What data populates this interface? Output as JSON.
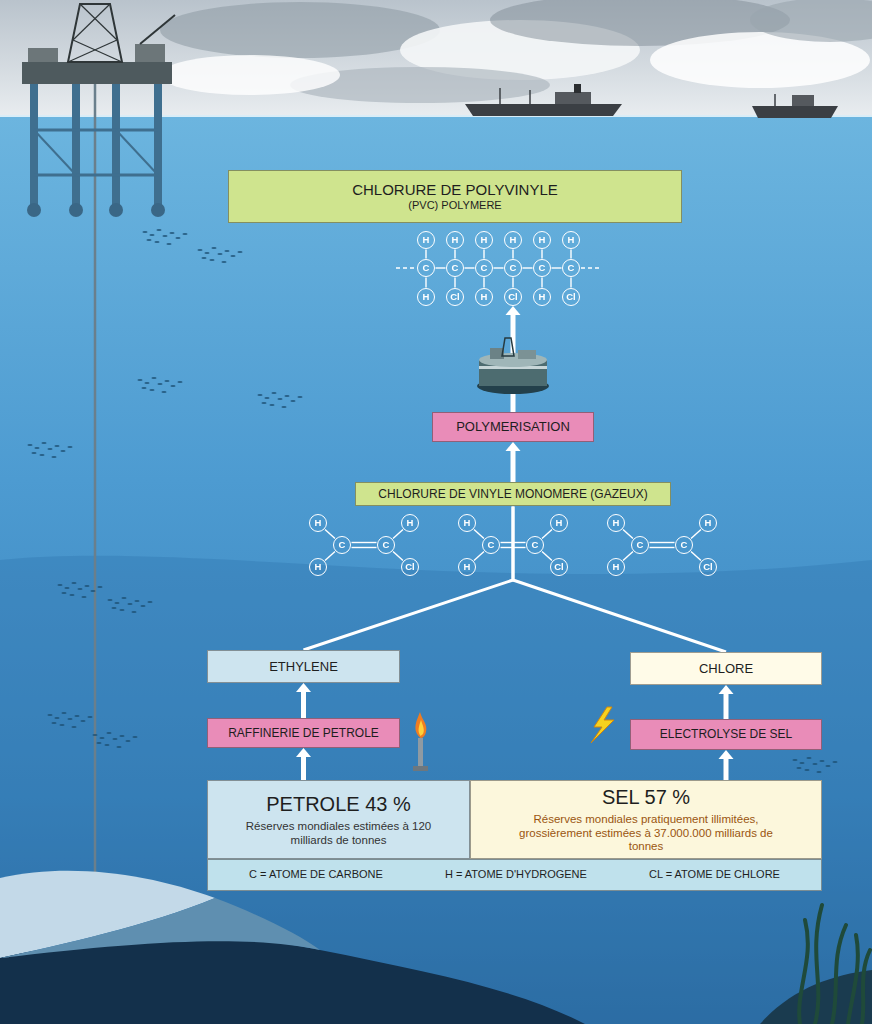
{
  "diagram": {
    "nodes": [
      {
        "text": [
          "CHLORURE DE POLYVINYLE",
          "(PVC) POLYMERE"
        ]
      },
      {
        "text": [
          "H"
        ]
      },
      {
        "text": [
          "H"
        ]
      },
      {
        "text": [
          "H"
        ]
      },
      {
        "text": [
          "H"
        ]
      },
      {
        "text": [
          "H"
        ]
      },
      {
        "text": [
          "H"
        ]
      },
      {
        "text": [
          "C"
        ]
      },
      {
        "text": [
          "C"
        ]
      },
      {
        "text": [
          "C"
        ]
      },
      {
        "text": [
          "C"
        ]
      },
      {
        "text": [
          "C"
        ]
      },
      {
        "text": [
          "C"
        ]
      },
      {
        "text": [
          "H"
        ]
      },
      {
        "text": [
          "Cl"
        ]
      },
      {
        "text": [
          "H"
        ]
      },
      {
        "text": [
          "Cl"
        ]
      },
      {
        "text": [
          "H"
        ]
      },
      {
        "text": [
          "Cl"
        ]
      },
      {
        "text": [
          "POLYMERISATION"
        ]
      },
      {
        "text": [
          "CHLORURE DE VINYLE MONOMERE (GAZEUX)"
        ]
      },
      {
        "text": [
          "H"
        ]
      },
      {
        "text": [
          "H"
        ]
      },
      {
        "text": [
          "H"
        ]
      },
      {
        "text": [
          "H"
        ]
      },
      {
        "text": [
          "H"
        ]
      },
      {
        "text": [
          "H"
        ]
      },
      {
        "text": [
          "C"
        ]
      },
      {
        "text": [
          "C"
        ]
      },
      {
        "text": [
          "C"
        ]
      },
      {
        "text": [
          "C"
        ]
      },
      {
        "text": [
          "C"
        ]
      },
      {
        "text": [
          "C"
        ]
      },
      {
        "text": [
          "H"
        ]
      },
      {
        "text": [
          "Cl"
        ]
      },
      {
        "text": [
          "H"
        ]
      },
      {
        "text": [
          "Cl"
        ]
      },
      {
        "text": [
          "H"
        ]
      },
      {
        "text": [
          "Cl"
        ]
      },
      {
        "text": [
          "ETHYLENE"
        ]
      },
      {
        "text": [
          "CHLORE"
        ]
      },
      {
        "text": [
          "RAFFINERIE DE PETROLE"
        ]
      },
      {
        "text": [
          "ELECTROLYSE DE SEL"
        ]
      },
      {
        "text": [
          "PETROLE 43 %",
          "Réserves mondiales estimées à 120 milliards de tonnes"
        ]
      },
      {
        "text": [
          "SEL 57 %",
          "Réserves mondiales pratiquement illimitées, grossièrement estimées à 37.000.000 milliards de tonnes"
        ]
      },
      {
        "text": [
          "C = ATOME DE CARBONE",
          "H = ATOME D'HYDROGENE",
          "CL = ATOME DE CHLORE"
        ]
      }
    ],
    "edges": [
      {
        "from": 7,
        "to": 8,
        "arrow": "none"
      },
      {
        "from": 8,
        "to": 9,
        "arrow": "none"
      },
      {
        "from": 9,
        "to": 10,
        "arrow": "none"
      },
      {
        "from": 10,
        "to": 11,
        "arrow": "none"
      },
      {
        "from": 11,
        "to": 12,
        "arrow": "none"
      },
      {
        "from": 7,
        "to": 1,
        "arrow": "none"
      },
      {
        "from": 8,
        "to": 2,
        "arrow": "none"
      },
      {
        "from": 9,
        "to": 3,
        "arrow": "none"
      },
      {
        "from": 10,
        "to": 4,
        "arrow": "none"
      },
      {
        "from": 11,
        "to": 5,
        "arrow": "none"
      },
      {
        "from": 12,
        "to": 6,
        "arrow": "none"
      },
      {
        "from": 7,
        "to": 13,
        "arrow": "none"
      },
      {
        "from": 8,
        "to": 14,
        "arrow": "none"
      },
      {
        "from": 9,
        "to": 15,
        "arrow": "none"
      },
      {
        "from": 10,
        "to": 16,
        "arrow": "none"
      },
      {
        "from": 11,
        "to": 17,
        "arrow": "none"
      },
      {
        "from": 12,
        "to": 18,
        "arrow": "none"
      },
      {
        "from": 27,
        "to": 28,
        "arrow": "none"
      },
      {
        "from": 27,
        "to": 21,
        "arrow": "none"
      },
      {
        "from": 27,
        "to": 33,
        "arrow": "none"
      },
      {
        "from": 28,
        "to": 22,
        "arrow": "none"
      },
      {
        "from": 28,
        "to": 34,
        "arrow": "none"
      },
      {
        "from": 29,
        "to": 30,
        "arrow": "none"
      },
      {
        "from": 29,
        "to": 23,
        "arrow": "none"
      },
      {
        "from": 29,
        "to": 35,
        "arrow": "none"
      },
      {
        "from": 30,
        "to": 24,
        "arrow": "none"
      },
      {
        "from": 30,
        "to": 36,
        "arrow": "none"
      },
      {
        "from": 31,
        "to": 32,
        "arrow": "none"
      },
      {
        "from": 31,
        "to": 25,
        "arrow": "none"
      },
      {
        "from": 31,
        "to": 37,
        "arrow": "none"
      },
      {
        "from": 32,
        "to": 26,
        "arrow": "none"
      },
      {
        "from": 32,
        "to": 38,
        "arrow": "none"
      },
      {
        "from": 43,
        "to": 41,
        "arrow": "to"
      },
      {
        "from": 41,
        "to": 39,
        "arrow": "to"
      },
      {
        "from": 44,
        "to": 42,
        "arrow": "to"
      },
      {
        "from": 42,
        "to": 40,
        "arrow": "to"
      },
      {
        "from": 39,
        "to": 20,
        "arrow": "none"
      },
      {
        "from": 40,
        "to": 20,
        "arrow": "none"
      },
      {
        "from": 20,
        "to": 19,
        "arrow": "to"
      },
      {
        "from": 19,
        "to": 16,
        "arrow": "to"
      }
    ]
  }
}
